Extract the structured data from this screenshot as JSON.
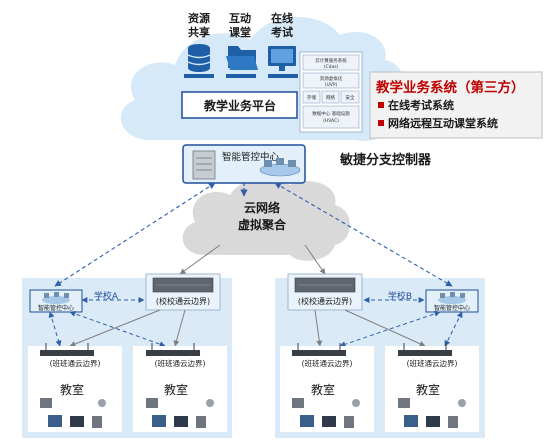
{
  "cloud_top": {
    "services": [
      {
        "line1": "资源",
        "line2": "共享"
      },
      {
        "line1": "互动",
        "line2": "课堂"
      },
      {
        "line1": "在线",
        "line2": "考试"
      }
    ],
    "platform_label": "教学业务平台",
    "modules": [
      {
        "line1": "云计算服务系统",
        "line2": "(Cdas)"
      },
      {
        "line1": "资源虚拟化",
        "line2": "(UVP)"
      },
      {
        "line1": "存储",
        "line2": ""
      },
      {
        "line1": "网络",
        "line2": ""
      },
      {
        "line1": "安全",
        "line2": ""
      },
      {
        "line1": "数据中心 基础设施",
        "line2": "(HVAC)"
      }
    ]
  },
  "third_party": {
    "title": "教学业务系统（第三方）",
    "items": [
      "在线考试系统",
      "网络远程互动课堂系统"
    ],
    "accent_color": "#c00000"
  },
  "control_center": {
    "label": "智能管控中心",
    "side_label": "敏捷分支控制器"
  },
  "cloud_middle": {
    "line1": "云网络",
    "line2": "虚拟聚合"
  },
  "schools": [
    {
      "name": "学校A",
      "control_label": "智能管控中心",
      "edge_label": "(校校通云边界)",
      "classrooms": [
        {
          "edge_label": "(班班通云边界)",
          "room_label": "教室"
        },
        {
          "edge_label": "(班班通云边界)",
          "room_label": "教室"
        }
      ]
    },
    {
      "name": "学校B",
      "control_label": "智能管控中心",
      "edge_label": "(校校通云边界)",
      "classrooms": [
        {
          "edge_label": "(班班通云边界)",
          "room_label": "教室"
        },
        {
          "edge_label": "(班班通云边界)",
          "room_label": "教室"
        }
      ]
    }
  ],
  "colors": {
    "cloud_blue": "#d6e9f8",
    "cloud_gray": "#d9d9d9",
    "panel_blue": "#dbeaf7",
    "line_blue": "#1f4e9a",
    "dash_blue": "#2e5fa8"
  }
}
